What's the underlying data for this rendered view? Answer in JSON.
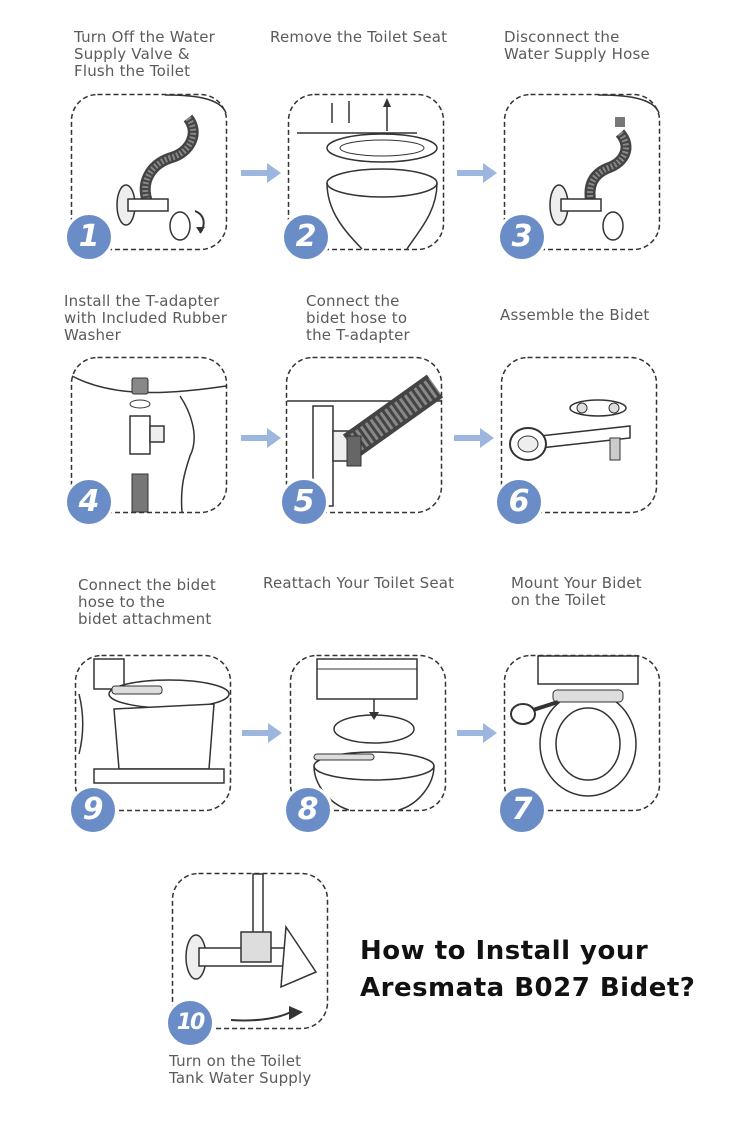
{
  "title_line1": "How to Install your",
  "title_line2": "Aresmata B027 Bidet?",
  "steps": [
    {
      "num": "1",
      "caption": "Turn Off the Water\nSupply Valve &\nFlush the Toilet"
    },
    {
      "num": "2",
      "caption": "Remove the Toilet Seat"
    },
    {
      "num": "3",
      "caption": "Disconnect the\nWater Supply Hose"
    },
    {
      "num": "4",
      "caption": "Install the T-adapter\nwith Included Rubber\nWasher"
    },
    {
      "num": "5",
      "caption": "Connect the\nbidet hose to\nthe T-adapter"
    },
    {
      "num": "6",
      "caption": "Assemble the Bidet"
    },
    {
      "num": "9",
      "caption": "Connect the bidet\nhose to the\nbidet attachment"
    },
    {
      "num": "8",
      "caption": "Reattach Your Toilet Seat"
    },
    {
      "num": "7",
      "caption": "Mount Your Bidet\non the Toilet"
    },
    {
      "num": "10",
      "caption": "Turn on the Toilet\nTank Water Supply"
    }
  ],
  "colors": {
    "accent": "#6a8cc7",
    "arrow": "#9cb6de",
    "line": "#333333"
  }
}
